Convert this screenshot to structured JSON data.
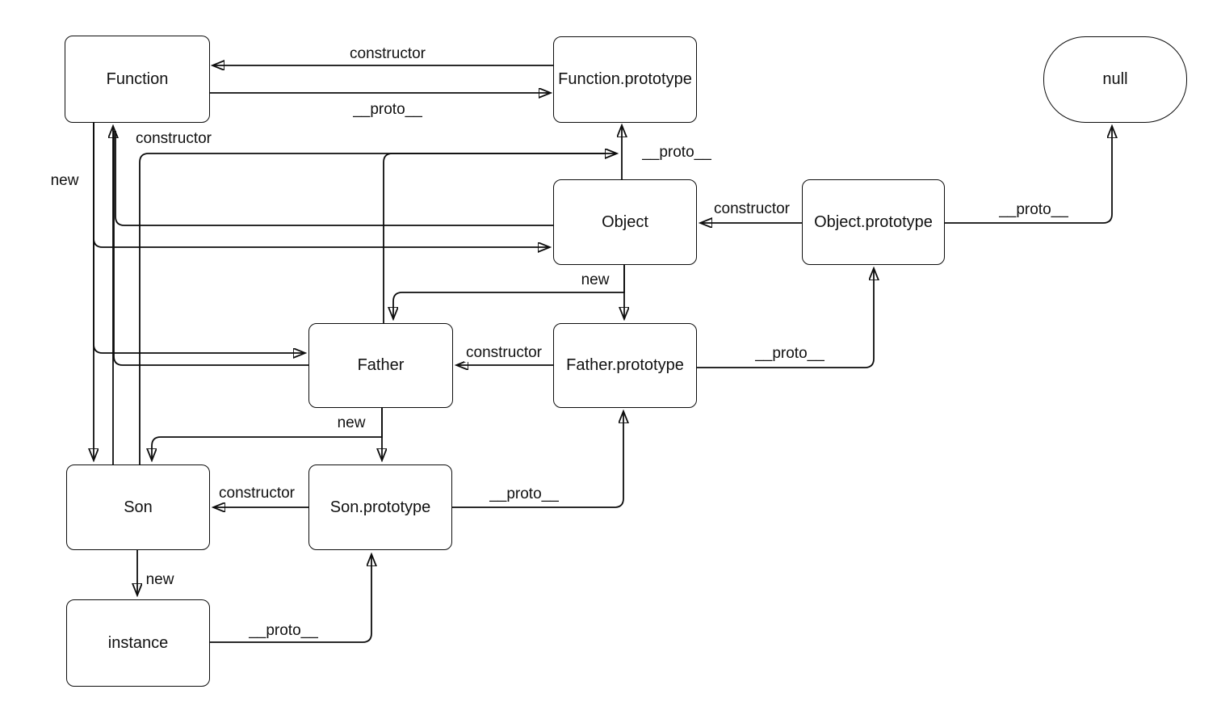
{
  "diagram": {
    "description": "JavaScript prototype chain diagram",
    "colors": {
      "background": "#ffffff",
      "line": "#0d0d0d",
      "node_fill": "#ffffff",
      "node_border": "#0d0d0d",
      "text": "#111111"
    },
    "nodes": {
      "function": {
        "label": "Function",
        "shape": "rounded-rect"
      },
      "function_prototype": {
        "label": "Function.prototype",
        "shape": "rounded-rect"
      },
      "null": {
        "label": "null",
        "shape": "stadium"
      },
      "object": {
        "label": "Object",
        "shape": "rounded-rect"
      },
      "object_prototype": {
        "label": "Object.prototype",
        "shape": "rounded-rect"
      },
      "father": {
        "label": "Father",
        "shape": "rounded-rect"
      },
      "father_prototype": {
        "label": "Father.prototype",
        "shape": "rounded-rect"
      },
      "son": {
        "label": "Son",
        "shape": "rounded-rect"
      },
      "son_prototype": {
        "label": "Son.prototype",
        "shape": "rounded-rect"
      },
      "instance": {
        "label": "instance",
        "shape": "rounded-rect"
      }
    },
    "edges": {
      "fp_to_f": {
        "from": "Function.prototype",
        "to": "Function",
        "label": "constructor"
      },
      "f_to_fp": {
        "from": "Function",
        "to": "Function.prototype",
        "label": "__proto__"
      },
      "obj_to_fp": {
        "from": "Object",
        "to": "Function.prototype",
        "label": "__proto__"
      },
      "son_to_fp": {
        "from": "Son",
        "to": "Function.prototype",
        "label": "__proto__"
      },
      "father_to_fp": {
        "from": "Father",
        "to": "Function.prototype",
        "label": "__proto__"
      },
      "f_to_obj": {
        "from": "Function",
        "to": "Object",
        "label": "new"
      },
      "f_to_father": {
        "from": "Function",
        "to": "Father",
        "label": "new"
      },
      "f_to_son": {
        "from": "Function",
        "to": "Son",
        "label": "new"
      },
      "obj_to_f": {
        "from": "Object",
        "to": "Function",
        "label": "constructor"
      },
      "father_to_f": {
        "from": "Father",
        "to": "Function",
        "label": "constructor"
      },
      "son_to_f": {
        "from": "Son",
        "to": "Function",
        "label": "constructor"
      },
      "objp_to_obj": {
        "from": "Object.prototype",
        "to": "Object",
        "label": "constructor"
      },
      "objp_to_null": {
        "from": "Object.prototype",
        "to": "null",
        "label": "__proto__"
      },
      "obj_to_fatherp": {
        "from": "Object",
        "to": "Father.prototype",
        "label": "new"
      },
      "obj_to_father": {
        "from": "Object",
        "to": "Father",
        "label": "new"
      },
      "fatherp_to_father": {
        "from": "Father.prototype",
        "to": "Father",
        "label": "constructor"
      },
      "fatherp_to_objp": {
        "from": "Father.prototype",
        "to": "Object.prototype",
        "label": "__proto__"
      },
      "father_to_sonp": {
        "from": "Father",
        "to": "Son.prototype",
        "label": "new"
      },
      "father_to_son": {
        "from": "Father",
        "to": "Son",
        "label": "new"
      },
      "sonp_to_son": {
        "from": "Son.prototype",
        "to": "Son",
        "label": "constructor"
      },
      "sonp_to_fatherp": {
        "from": "Son.prototype",
        "to": "Father.prototype",
        "label": "__proto__"
      },
      "son_to_instance": {
        "from": "Son",
        "to": "instance",
        "label": "new"
      },
      "instance_to_sonp": {
        "from": "instance",
        "to": "Son.prototype",
        "label": "__proto__"
      }
    }
  }
}
